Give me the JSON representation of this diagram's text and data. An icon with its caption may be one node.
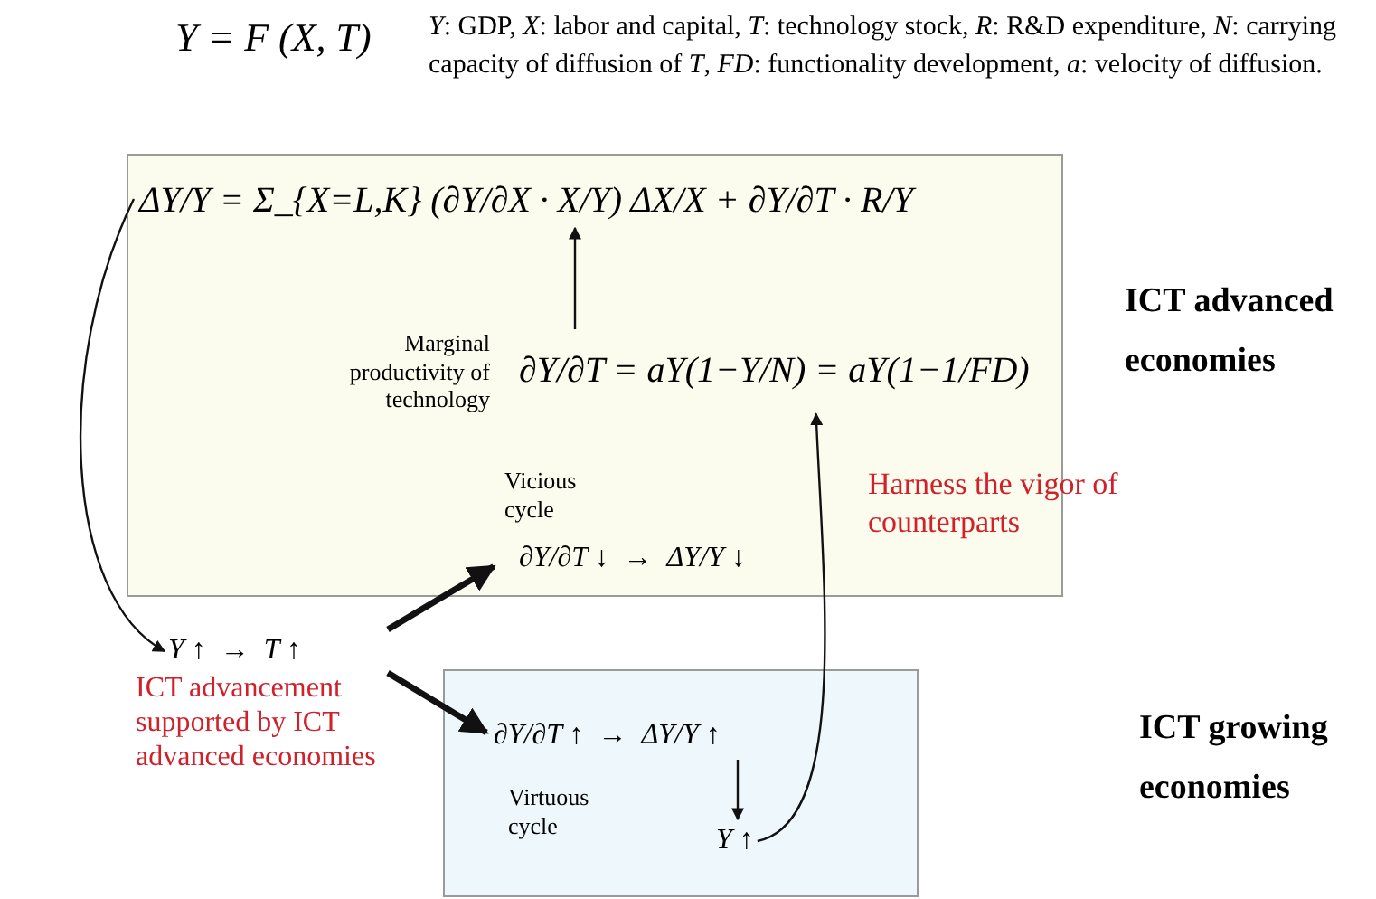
{
  "diagram": {
    "nodes": [
      {
        "text": [],
        "shape": "box"
      },
      {
        "text": [
          "ΔY/Y = Σ_{X=L,K} (∂Y/∂X · X/Y) ΔX/X + ∂Y/∂T · R/Y"
        ],
        "in": 0
      },
      {
        "text": [
          "Marginal productivity of technology",
          "∂Y/∂T = aY(1−Y/N) = aY(1−1/FD)"
        ],
        "in": 0
      },
      {
        "text": [
          "Vicious cycle",
          "∂Y/∂T ↓  →  ΔY/Y ↓"
        ],
        "in": 0
      },
      {
        "text": [
          "Y ↑  →  T ↑"
        ],
        "beside": [
          "ICT advancement supported by ICT advanced economies"
        ]
      },
      {
        "text": [],
        "shape": "box"
      },
      {
        "text": [
          "∂Y/∂T ↑  →  ΔY/Y ↑"
        ],
        "in": 5,
        "beside": [
          "Virtuous cycle"
        ]
      },
      {
        "text": [
          "Y ↑"
        ],
        "in": 5
      }
    ],
    "edges": [
      {
        "from": 1,
        "to": 4,
        "arrow": "to"
      },
      {
        "from": 4,
        "to": 3,
        "arrow": "to",
        "style": "thick"
      },
      {
        "from": 4,
        "to": 6,
        "arrow": "to",
        "style": "thick"
      },
      {
        "from": 7,
        "to": 2,
        "arrow": "to",
        "label": "Harness the vigor of counterparts"
      },
      {
        "from": 2,
        "to": 1,
        "arrow": "to"
      },
      {
        "from": 6,
        "to": 7,
        "arrow": "to"
      }
    ],
    "labels": [
      "Y = F (X, T)",
      "*Y*: GDP, *X*: labor and capital, *T*: technology stock, *R*: R&D expenditure, *N*: carrying capacity of diffusion of *T*, *FD*: functionality development, *a*: velocity of diffusion.",
      "ICT advanced economies",
      "ICT growing economies"
    ]
  }
}
